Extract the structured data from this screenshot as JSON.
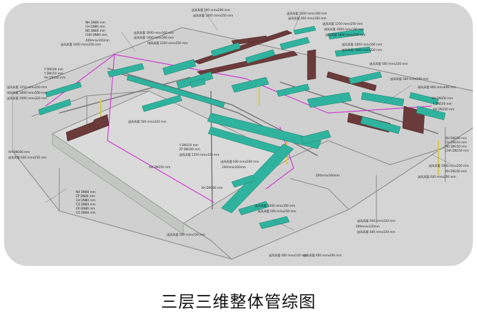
{
  "caption": "三层三维整体管综图",
  "colors": {
    "background": "#d4d5d4",
    "wall": "#8c8f8c",
    "duct_cyan": "#2fb39e",
    "duct_dark": "#6b3a3a",
    "pipe_magenta": "#d23ad6",
    "pipe_yellow": "#d6c85a",
    "pipe_grey": "#7c7c7c"
  },
  "labels": {
    "l1": "送风风管 500 mmx200 mm",
    "l2": "送风风管 1000 mmx250 mm",
    "l3": "送风风管 1600 mmx160 mm",
    "l4": "送风风管 400 mmx160 mm",
    "l5": "送风风管 1250 mmx250 mm",
    "l6": "排风风管 1000 mmx160 mm",
    "l7": "送风风管 1000 mmx250 mm",
    "l8": "NH DN80 mm",
    "l9": "CH DN80 mm",
    "l10": "ND DN80 mm",
    "l11": "CHR DN80 mm",
    "l12": "送风风管 1000 mmx250 mm",
    "l13": "400mmx160mm",
    "l14": "送风风管 1600 mmx160 mm",
    "l15": "送风风管 1000 mmx160 mm",
    "l16": "排风风管 1250 mmx250 mm",
    "l17": "送风风管 1000 mmx160 mm",
    "l18": "送风风管 1000 mmx320 mm",
    "l19": "Y DN100 mm",
    "l20": "Y DN150 mm",
    "l21": "XH DN150 mm",
    "l22": "送风风管 1250 mmx250 mm",
    "l23": "排风风管 1600 mmx500 mm",
    "l24": "送风风管 1000 mmx320 mm",
    "l25": "送风风管 500 mmx320 mm",
    "l26": "送风风管 500 mmx200 mm",
    "l27": "排风风管 800 mmx400 mm",
    "l28": "XH DN150 mm",
    "l29": "Y DN150 mm",
    "l30": "XH DN150 mm",
    "l31": "送风风管 500 mmx320 mm",
    "l32": "Y DN150 mm",
    "l33": "ZP DN100 mm",
    "l34": "送风风管 1250 mmx320 mm",
    "l35": "送风风管 630 mmx200 mm",
    "l36": "200mmx160mm",
    "l37": "XH DN100 mm",
    "l38": "送风风管 630 mmx250 mm",
    "l39": "XH DN150 mm",
    "l40": "CH DN150 mm",
    "l41": "ND DN150 mm",
    "l42": "CHR DN150 mm",
    "l43": "送风风管 1000 mmx250 mm",
    "l44": "XH DN150 mm",
    "l45": "XH DN150 mm",
    "l46": "200mmx160mm",
    "l47": "XH DN100 mm",
    "l48": "送风风管 630 mmx250 mm",
    "l49": "NH DN80 mm",
    "l50": "ZP DN80 mm",
    "l51": "CH DN80 mm",
    "l52": "CO DN80 mm",
    "l53": "CR DN80 mm",
    "l54": "CO DN80 mm",
    "l55": "送风风管 1000 mmx160 mm",
    "l56": "送风风管 500 mmx250 mm",
    "l57": "送风风管 500 mmx120 mm",
    "l58": "送风风管 400 mmx120 mm",
    "l59": "200mmx120mm",
    "l60": "送风风管 500 mmx120 mm",
    "l61": "送风风管 400 mmx120 mm",
    "l62": "送风风管 400 mmx200 mm"
  }
}
